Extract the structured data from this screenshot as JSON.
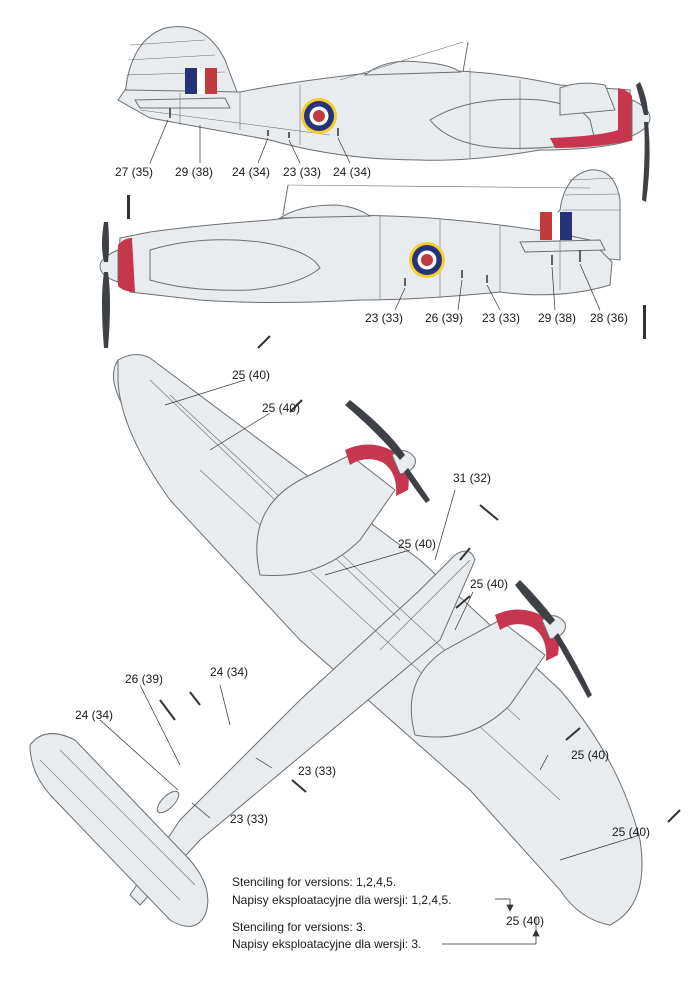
{
  "colors": {
    "airframe": "#e9ecee",
    "outline": "#6d6f72",
    "spinner_red": "#c8354f",
    "roundel_blue": "#26337a",
    "roundel_yellow": "#f3cf2a",
    "roundel_red": "#c23a3c",
    "flash_red": "#c23a3c",
    "flash_blue": "#26337a",
    "propeller": "#3d4145"
  },
  "side_view_top": {
    "callouts": [
      "27 (35)",
      "29 (38)",
      "24 (34)",
      "23 (33)",
      "24 (34)"
    ]
  },
  "side_view_bottom": {
    "callouts": [
      "23 (33)",
      "26 (39)",
      "23 (33)",
      "29 (38)",
      "28 (36)"
    ]
  },
  "top_view": {
    "callouts": [
      "25 (40)",
      "25 (40)",
      "31 (32)",
      "25 (40)",
      "25 (40)",
      "24 (34)",
      "26 (39)",
      "24 (34)",
      "23 (33)",
      "23 (33)",
      "25 (40)",
      "25 (40)",
      "25 (40)"
    ]
  },
  "notes": {
    "stencil_a_en": "Stenciling for versions: 1,2,4,5.",
    "stencil_a_pl": "Napisy eksploatacyjne dla wersji: 1,2,4,5.",
    "stencil_b_en": "Stenciling for versions: 3.",
    "stencil_b_pl": "Napisy eksploatacyjne dla wersji: 3."
  }
}
